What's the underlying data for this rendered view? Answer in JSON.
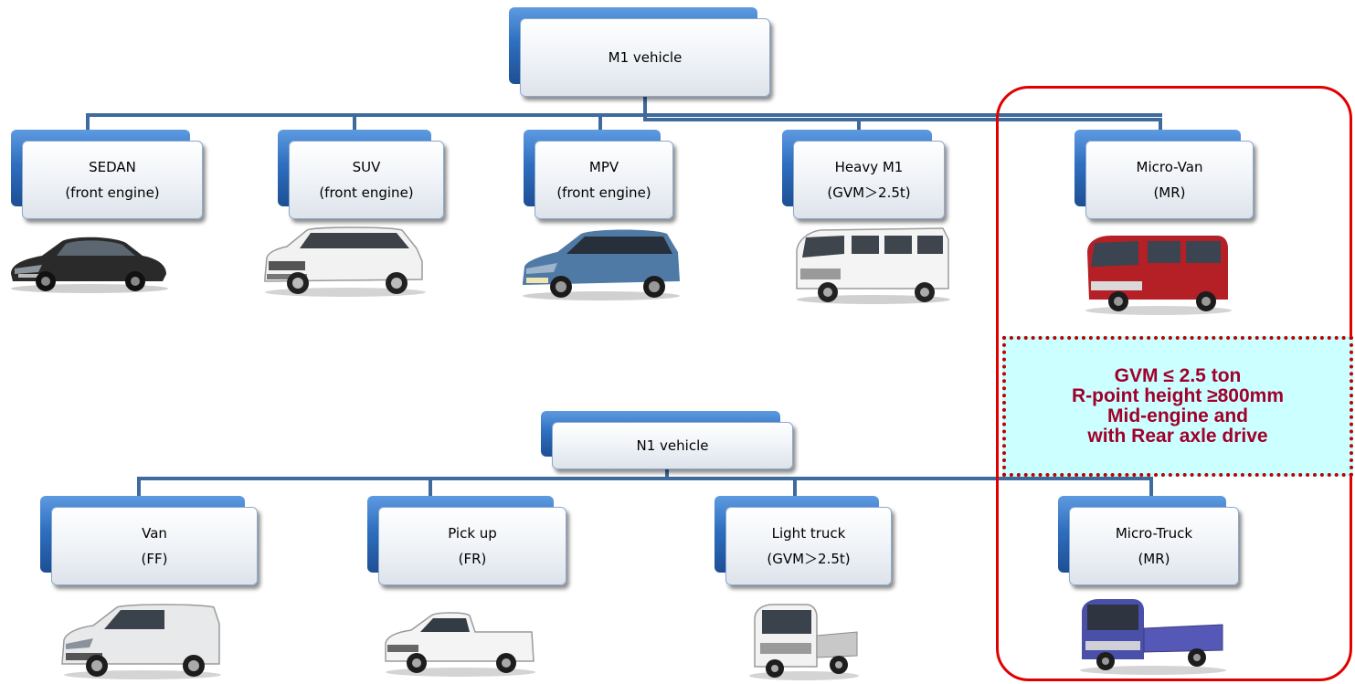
{
  "diagram": {
    "m1": {
      "root": "M1 vehicle",
      "children": [
        {
          "line1": "SEDAN",
          "line2": "(front  engine)",
          "image": "sedan-car"
        },
        {
          "line1": "SUV",
          "line2": "(front  engine)",
          "image": "suv-car"
        },
        {
          "line1": "MPV",
          "line2": "(front  engine)",
          "image": "mpv-car"
        },
        {
          "line1": "Heavy M1",
          "line2": "(GVM＞2.5t)",
          "image": "minibus"
        },
        {
          "line1": "Micro-Van",
          "line2": "(MR)",
          "image": "micro-van"
        }
      ]
    },
    "n1": {
      "root": "N1 vehicle",
      "children": [
        {
          "line1": "Van",
          "line2": "(FF)",
          "image": "panel-van"
        },
        {
          "line1": "Pick up",
          "line2": "(FR)",
          "image": "pickup-truck"
        },
        {
          "line1": "Light truck",
          "line2": "(GVM＞2.5t)",
          "image": "light-truck"
        },
        {
          "line1": "Micro-Truck",
          "line2": "(MR)",
          "image": "micro-truck"
        }
      ]
    },
    "note": {
      "lines": [
        "GVM ≤ 2.5 ton",
        "R-point height ≥800mm",
        "Mid-engine and",
        "with Rear axle drive"
      ]
    },
    "colors": {
      "connector": "#3f6a9c",
      "tab": "#2f6fc0",
      "highlight_border": "#e10000",
      "note_background": "#ccffff",
      "note_text": "#a0002a"
    }
  }
}
